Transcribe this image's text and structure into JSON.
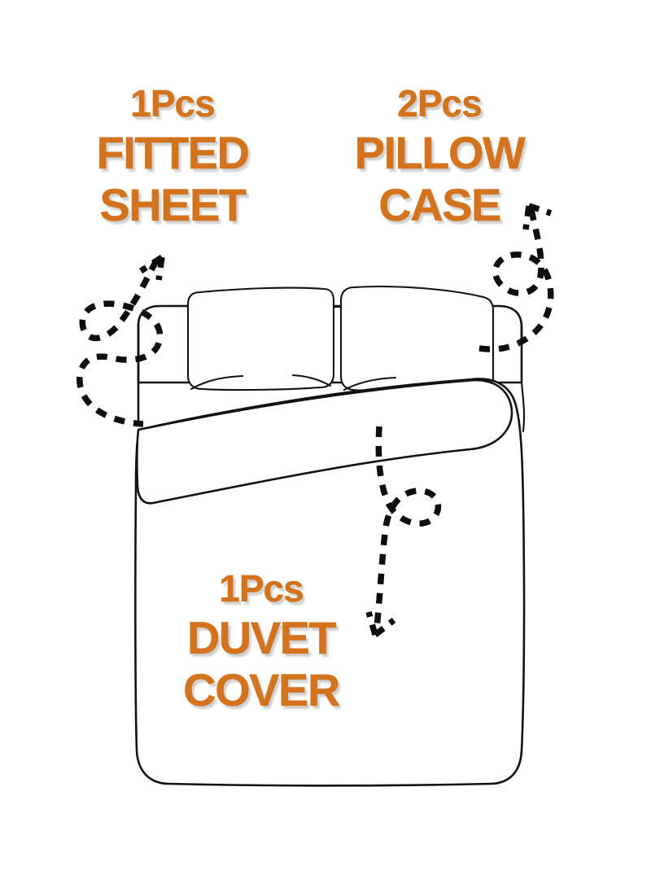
{
  "meta": {
    "background_color": "#FFFFFF",
    "accent_color": "#D4731E",
    "ink_color": "#121212",
    "diagram_kind": "bedding-set-contents-callout"
  },
  "labels": {
    "fitted_sheet": {
      "id": "fitted-sheet",
      "quantity_line": "1Pcs",
      "name_line_1": "FITTED",
      "name_line_2": "SHEET",
      "color": "#D4731E"
    },
    "pillow_case": {
      "id": "pillow-case",
      "quantity_line": "2Pcs",
      "name_line_1": "PILLOW",
      "name_line_2": "CASE",
      "color": "#D4731E"
    },
    "duvet_cover": {
      "id": "duvet-cover",
      "quantity_line": "1Pcs",
      "name_line_1": "DUVET",
      "name_line_2": "COVER",
      "color": "#D4731E"
    }
  },
  "callouts": [
    {
      "name": "fitted-sheet-arrow",
      "points_to": "mattress-left-side",
      "direction": "up-right",
      "style": "dashed-looping"
    },
    {
      "name": "pillow-case-arrow",
      "points_to": "right-pillow",
      "direction": "up-left",
      "style": "dashed-looping"
    },
    {
      "name": "duvet-cover-arrow",
      "points_to": "duvet-body",
      "direction": "down-left",
      "style": "dashed-looping"
    }
  ],
  "illustration": {
    "name": "bed-line-drawing",
    "parts": [
      {
        "name": "mattress-base",
        "label": "fitted sheet on mattress"
      },
      {
        "name": "pillow-left",
        "label": "left pillow"
      },
      {
        "name": "pillow-right",
        "label": "right pillow"
      },
      {
        "name": "duvet-body",
        "label": "duvet cover"
      },
      {
        "name": "duvet-fold",
        "label": "duvet top fold"
      }
    ]
  }
}
